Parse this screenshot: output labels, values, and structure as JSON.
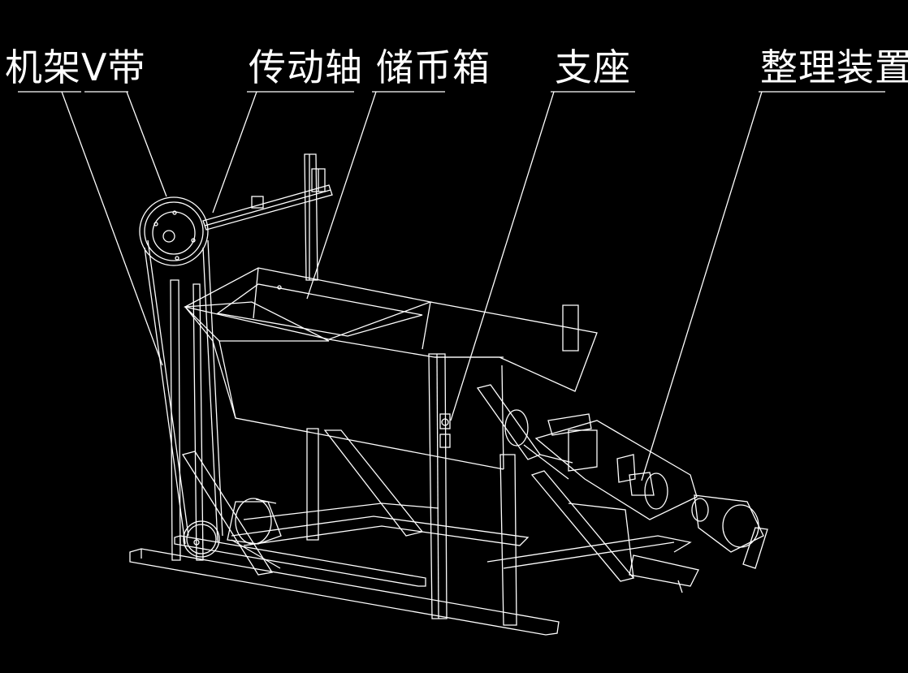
{
  "labels": {
    "frame_vbelt": "机架V带",
    "drive_shaft": "传动轴",
    "coin_box": "储币箱",
    "support": "支座",
    "sorting_device": "整理装置"
  },
  "colors": {
    "background": "#000000",
    "line": "#ffffff"
  }
}
